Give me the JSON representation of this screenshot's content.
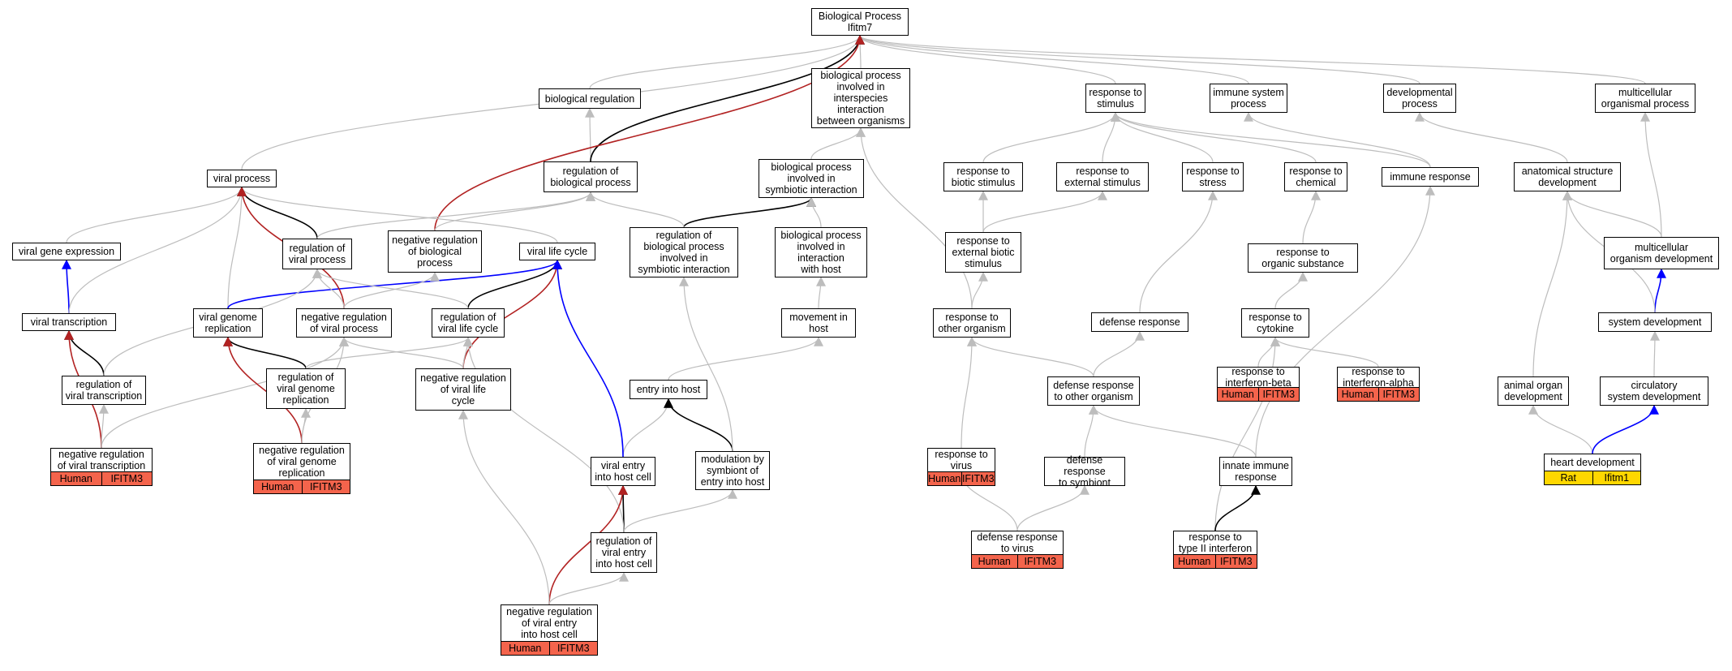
{
  "graph": {
    "nodes": [
      {
        "id": "root",
        "label": "Biological Process\nIfitm7"
      },
      {
        "id": "bioreg",
        "label": "biological regulation"
      },
      {
        "id": "bpinter",
        "label": "biological process\ninvolved in\ninterspecies\ninteraction\nbetween organisms"
      },
      {
        "id": "respstim",
        "label": "response to\nstimulus"
      },
      {
        "id": "immsys",
        "label": "immune system\nprocess"
      },
      {
        "id": "devproc",
        "label": "developmental\nprocess"
      },
      {
        "id": "multiproc",
        "label": "multicellular\norganismal process"
      },
      {
        "id": "viralproc",
        "label": "viral process"
      },
      {
        "id": "regbio",
        "label": "regulation of\nbiological process"
      },
      {
        "id": "bpsymb",
        "label": "biological process\ninvolved in\nsymbiotic interaction"
      },
      {
        "id": "respbiotic",
        "label": "response to\nbiotic stimulus"
      },
      {
        "id": "respext",
        "label": "response to\nexternal stimulus"
      },
      {
        "id": "respstress",
        "label": "response to\nstress"
      },
      {
        "id": "respchem",
        "label": "response to\nchemical"
      },
      {
        "id": "immresp",
        "label": "immune response"
      },
      {
        "id": "anatdev",
        "label": "anatomical structure\ndevelopment"
      },
      {
        "id": "viralgeneexp",
        "label": "viral gene expression"
      },
      {
        "id": "regviralproc",
        "label": "regulation of\nviral process"
      },
      {
        "id": "negregbio",
        "label": "negative regulation\nof biological\nprocess"
      },
      {
        "id": "viralcycle",
        "label": "viral life cycle"
      },
      {
        "id": "regbpsymb",
        "label": "regulation of\nbiological process\ninvolved in\nsymbiotic interaction"
      },
      {
        "id": "bpwithhost",
        "label": "biological process\ninvolved in\ninteraction\nwith host"
      },
      {
        "id": "respextbiotic",
        "label": "response to\nexternal biotic\nstimulus"
      },
      {
        "id": "resporgsub",
        "label": "response to\norganic substance"
      },
      {
        "id": "multidev",
        "label": "multicellular\norganism development"
      },
      {
        "id": "viraltx",
        "label": "viral transcription"
      },
      {
        "id": "viralgenrep",
        "label": "viral genome\nreplication"
      },
      {
        "id": "negregviral",
        "label": "negative regulation\nof viral process"
      },
      {
        "id": "regviralcycle",
        "label": "regulation of\nviral life cycle"
      },
      {
        "id": "movehost",
        "label": "movement in\nhost"
      },
      {
        "id": "resporg",
        "label": "response to\nother organism"
      },
      {
        "id": "defresp",
        "label": "defense response"
      },
      {
        "id": "respcyto",
        "label": "response to\ncytokine"
      },
      {
        "id": "sysdev",
        "label": "system development"
      },
      {
        "id": "regviraltx",
        "label": "regulation of\nviral transcription"
      },
      {
        "id": "regviralgenrep",
        "label": "regulation of\nviral genome\nreplication"
      },
      {
        "id": "negregcycle",
        "label": "negative regulation\nof viral life\ncycle"
      },
      {
        "id": "entryhost",
        "label": "entry into host"
      },
      {
        "id": "defother",
        "label": "defense response\nto other organism"
      },
      {
        "id": "respifnb",
        "label": "response to\ninterferon-beta"
      },
      {
        "id": "respifna",
        "label": "response to\ninterferon-alpha"
      },
      {
        "id": "animdev",
        "label": "animal organ\ndevelopment"
      },
      {
        "id": "circdev",
        "label": "circulatory\nsystem development"
      },
      {
        "id": "negregtx",
        "label": "negative regulation\nof viral transcription"
      },
      {
        "id": "negreggenrep",
        "label": "negative regulation\nof viral genome\nreplication"
      },
      {
        "id": "viralentry",
        "label": "viral entry\ninto host cell"
      },
      {
        "id": "modsymb",
        "label": "modulation by\nsymbiont of\nentry into host"
      },
      {
        "id": "respvirus",
        "label": "response to\nvirus"
      },
      {
        "id": "defsymb",
        "label": "defense response\nto symbiont"
      },
      {
        "id": "innate",
        "label": "innate immune\nresponse"
      },
      {
        "id": "heartdev",
        "label": "heart development"
      },
      {
        "id": "regviralentry",
        "label": "regulation of\nviral entry\ninto host cell"
      },
      {
        "id": "defvirus",
        "label": "defense response\nto virus"
      },
      {
        "id": "respifng",
        "label": "response to\ntype II interferon"
      },
      {
        "id": "negregentry",
        "label": "negative regulation\nof viral entry\ninto host cell"
      }
    ],
    "annotations": [
      {
        "node": "negregtx",
        "species": "Human",
        "gene": "IFITM3"
      },
      {
        "node": "negreggenrep",
        "species": "Human",
        "gene": "IFITM3"
      },
      {
        "node": "negregentry",
        "species": "Human",
        "gene": "IFITM3"
      },
      {
        "node": "respvirus",
        "species": "Human",
        "gene": "IFITM3"
      },
      {
        "node": "defvirus",
        "species": "Human",
        "gene": "IFITM3"
      },
      {
        "node": "respifnb",
        "species": "Human",
        "gene": "IFITM3"
      },
      {
        "node": "respifna",
        "species": "Human",
        "gene": "IFITM3"
      },
      {
        "node": "respifng",
        "species": "Human",
        "gene": "IFITM3"
      },
      {
        "node": "heartdev",
        "species": "Rat",
        "gene": "Ifitm1"
      }
    ],
    "edges": [
      {
        "from": "bioreg",
        "to": "root",
        "kind": "is_a"
      },
      {
        "from": "bpinter",
        "to": "root",
        "kind": "is_a"
      },
      {
        "from": "respstim",
        "to": "root",
        "kind": "is_a"
      },
      {
        "from": "immsys",
        "to": "root",
        "kind": "is_a"
      },
      {
        "from": "devproc",
        "to": "root",
        "kind": "is_a"
      },
      {
        "from": "multiproc",
        "to": "root",
        "kind": "is_a"
      },
      {
        "from": "viralproc",
        "to": "root",
        "kind": "is_a"
      },
      {
        "from": "regbio",
        "to": "bioreg",
        "kind": "is_a"
      },
      {
        "from": "regbio",
        "to": "root",
        "kind": "regulates"
      },
      {
        "from": "negregbio",
        "to": "root",
        "kind": "negatively_regulates"
      },
      {
        "from": "bpsymb",
        "to": "bpinter",
        "kind": "is_a"
      },
      {
        "from": "regbpsymb",
        "to": "bpsymb",
        "kind": "regulates"
      },
      {
        "from": "regbpsymb",
        "to": "regbio",
        "kind": "is_a"
      },
      {
        "from": "bpwithhost",
        "to": "bpsymb",
        "kind": "is_a"
      },
      {
        "from": "resporg",
        "to": "bpinter",
        "kind": "is_a"
      },
      {
        "from": "respbiotic",
        "to": "respstim",
        "kind": "is_a"
      },
      {
        "from": "respext",
        "to": "respstim",
        "kind": "is_a"
      },
      {
        "from": "respstress",
        "to": "respstim",
        "kind": "is_a"
      },
      {
        "from": "respchem",
        "to": "respstim",
        "kind": "is_a"
      },
      {
        "from": "immresp",
        "to": "respstim",
        "kind": "is_a"
      },
      {
        "from": "immresp",
        "to": "immsys",
        "kind": "is_a"
      },
      {
        "from": "anatdev",
        "to": "devproc",
        "kind": "is_a"
      },
      {
        "from": "multidev",
        "to": "multiproc",
        "kind": "is_a"
      },
      {
        "from": "multidev",
        "to": "anatdev",
        "kind": "is_a"
      },
      {
        "from": "viralgeneexp",
        "to": "viralproc",
        "kind": "is_a"
      },
      {
        "from": "viraltx",
        "to": "viralgeneexp",
        "kind": "part_of"
      },
      {
        "from": "viraltx",
        "to": "viralproc",
        "kind": "is_a"
      },
      {
        "from": "viralgenrep",
        "to": "viralproc",
        "kind": "is_a"
      },
      {
        "from": "viralgenrep",
        "to": "viralcycle",
        "kind": "part_of"
      },
      {
        "from": "viralcycle",
        "to": "viralproc",
        "kind": "is_a"
      },
      {
        "from": "regviralproc",
        "to": "viralproc",
        "kind": "regulates"
      },
      {
        "from": "regviralproc",
        "to": "regbio",
        "kind": "is_a"
      },
      {
        "from": "negregbio",
        "to": "regbio",
        "kind": "is_a"
      },
      {
        "from": "negregviral",
        "to": "viralproc",
        "kind": "negatively_regulates"
      },
      {
        "from": "negregviral",
        "to": "regviralproc",
        "kind": "is_a"
      },
      {
        "from": "negregviral",
        "to": "negregbio",
        "kind": "is_a"
      },
      {
        "from": "regviralcycle",
        "to": "viralcycle",
        "kind": "regulates"
      },
      {
        "from": "regviralcycle",
        "to": "regviralproc",
        "kind": "is_a"
      },
      {
        "from": "negregcycle",
        "to": "viralcycle",
        "kind": "negatively_regulates"
      },
      {
        "from": "negregcycle",
        "to": "regviralcycle",
        "kind": "is_a"
      },
      {
        "from": "negregcycle",
        "to": "negregviral",
        "kind": "is_a"
      },
      {
        "from": "regviraltx",
        "to": "viraltx",
        "kind": "regulates"
      },
      {
        "from": "regviraltx",
        "to": "regviralproc",
        "kind": "is_a"
      },
      {
        "from": "negregtx",
        "to": "viraltx",
        "kind": "negatively_regulates"
      },
      {
        "from": "negregtx",
        "to": "regviraltx",
        "kind": "is_a"
      },
      {
        "from": "negregtx",
        "to": "negregviral",
        "kind": "is_a"
      },
      {
        "from": "regviralgenrep",
        "to": "viralgenrep",
        "kind": "regulates"
      },
      {
        "from": "regviralgenrep",
        "to": "regviralcycle",
        "kind": "is_a"
      },
      {
        "from": "negreggenrep",
        "to": "viralgenrep",
        "kind": "negatively_regulates"
      },
      {
        "from": "negreggenrep",
        "to": "regviralgenrep",
        "kind": "is_a"
      },
      {
        "from": "negreggenrep",
        "to": "negregviral",
        "kind": "is_a"
      },
      {
        "from": "movehost",
        "to": "bpwithhost",
        "kind": "is_a"
      },
      {
        "from": "entryhost",
        "to": "movehost",
        "kind": "is_a"
      },
      {
        "from": "viralentry",
        "to": "entryhost",
        "kind": "is_a"
      },
      {
        "from": "viralentry",
        "to": "viralcycle",
        "kind": "part_of"
      },
      {
        "from": "modsymb",
        "to": "entryhost",
        "kind": "regulates"
      },
      {
        "from": "modsymb",
        "to": "regbpsymb",
        "kind": "is_a"
      },
      {
        "from": "regviralentry",
        "to": "viralentry",
        "kind": "regulates"
      },
      {
        "from": "regviralentry",
        "to": "modsymb",
        "kind": "is_a"
      },
      {
        "from": "regviralentry",
        "to": "regviralcycle",
        "kind": "is_a"
      },
      {
        "from": "negregentry",
        "to": "viralentry",
        "kind": "negatively_regulates"
      },
      {
        "from": "negregentry",
        "to": "regviralentry",
        "kind": "is_a"
      },
      {
        "from": "negregentry",
        "to": "negregcycle",
        "kind": "is_a"
      },
      {
        "from": "respextbiotic",
        "to": "respbiotic",
        "kind": "is_a"
      },
      {
        "from": "respextbiotic",
        "to": "respext",
        "kind": "is_a"
      },
      {
        "from": "resporg",
        "to": "respextbiotic",
        "kind": "is_a"
      },
      {
        "from": "defresp",
        "to": "respstress",
        "kind": "is_a"
      },
      {
        "from": "resporgsub",
        "to": "respchem",
        "kind": "is_a"
      },
      {
        "from": "respcyto",
        "to": "resporgsub",
        "kind": "is_a"
      },
      {
        "from": "defother",
        "to": "resporg",
        "kind": "is_a"
      },
      {
        "from": "defother",
        "to": "defresp",
        "kind": "is_a"
      },
      {
        "from": "respifnb",
        "to": "respcyto",
        "kind": "is_a"
      },
      {
        "from": "respifna",
        "to": "respcyto",
        "kind": "is_a"
      },
      {
        "from": "respvirus",
        "to": "resporg",
        "kind": "is_a"
      },
      {
        "from": "defsymb",
        "to": "defother",
        "kind": "is_a"
      },
      {
        "from": "defvirus",
        "to": "respvirus",
        "kind": "is_a"
      },
      {
        "from": "defvirus",
        "to": "defsymb",
        "kind": "is_a"
      },
      {
        "from": "innate",
        "to": "defother",
        "kind": "is_a"
      },
      {
        "from": "innate",
        "to": "immresp",
        "kind": "is_a"
      },
      {
        "from": "respifng",
        "to": "respcyto",
        "kind": "is_a"
      },
      {
        "from": "respifng",
        "to": "innate",
        "kind": "regulates"
      },
      {
        "from": "sysdev",
        "to": "multidev",
        "kind": "part_of"
      },
      {
        "from": "sysdev",
        "to": "anatdev",
        "kind": "is_a"
      },
      {
        "from": "animdev",
        "to": "anatdev",
        "kind": "is_a"
      },
      {
        "from": "circdev",
        "to": "sysdev",
        "kind": "is_a"
      },
      {
        "from": "heartdev",
        "to": "animdev",
        "kind": "is_a"
      },
      {
        "from": "heartdev",
        "to": "circdev",
        "kind": "part_of"
      }
    ],
    "edge_colors": {
      "is_a": "#bdbdbd",
      "regulates": "#000000",
      "negatively_regulates": "#b22222",
      "part_of": "#0000ff"
    },
    "badge_colors": {
      "Human": "#f4644c",
      "Rat": "#ffd700"
    }
  }
}
